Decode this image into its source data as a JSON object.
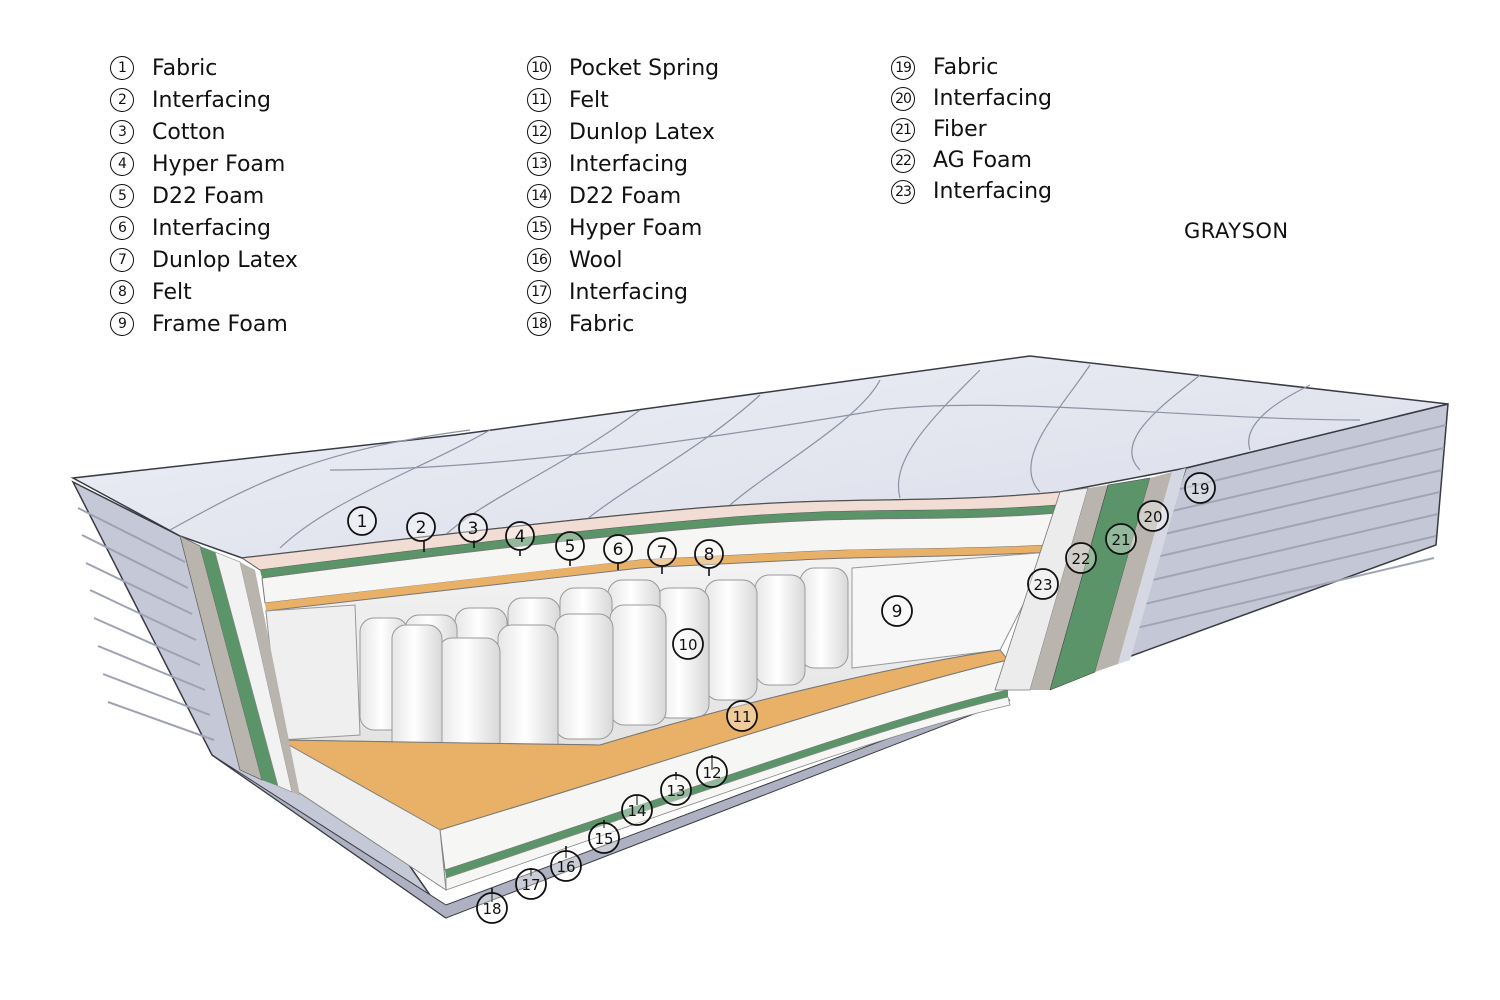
{
  "legend": {
    "columns": [
      [
        {
          "num": "1",
          "label": "Fabric"
        },
        {
          "num": "2",
          "label": "Interfacing"
        },
        {
          "num": "3",
          "label": "Cotton"
        },
        {
          "num": "4",
          "label": "Hyper Foam"
        },
        {
          "num": "5",
          "label": "D22 Foam"
        },
        {
          "num": "6",
          "label": "Interfacing"
        },
        {
          "num": "7",
          "label": "Dunlop Latex"
        },
        {
          "num": "8",
          "label": "Felt"
        },
        {
          "num": "9",
          "label": "Frame Foam"
        }
      ],
      [
        {
          "num": "10",
          "label": "Pocket Spring"
        },
        {
          "num": "11",
          "label": "Felt"
        },
        {
          "num": "12",
          "label": "Dunlop Latex"
        },
        {
          "num": "13",
          "label": "Interfacing"
        },
        {
          "num": "14",
          "label": "D22 Foam"
        },
        {
          "num": "15",
          "label": "Hyper Foam"
        },
        {
          "num": "16",
          "label": "Wool"
        },
        {
          "num": "17",
          "label": "Interfacing"
        },
        {
          "num": "18",
          "label": "Fabric"
        }
      ],
      [
        {
          "num": "19",
          "label": "Fabric"
        },
        {
          "num": "20",
          "label": "Interfacing"
        },
        {
          "num": "21",
          "label": "Fiber"
        },
        {
          "num": "22",
          "label": "AG Foam"
        },
        {
          "num": "23",
          "label": "Interfacing"
        }
      ]
    ]
  },
  "brand": "GRAYSON",
  "callouts": [
    "1",
    "2",
    "3",
    "4",
    "5",
    "6",
    "7",
    "8",
    "9",
    "10",
    "11",
    "12",
    "13",
    "14",
    "15",
    "16",
    "17",
    "18",
    "19",
    "20",
    "21",
    "22",
    "23"
  ],
  "colors": {
    "cover": "#e4e6f0",
    "cover_side": "#c9ccd8",
    "latex_green": "#5a9468",
    "felt_orange": "#e9b068",
    "interfacing_gray": "#b9b4ae",
    "cotton_pink": "#f1ddd4",
    "foam_white": "#f6f6f4",
    "spring_white": "#ffffff"
  }
}
